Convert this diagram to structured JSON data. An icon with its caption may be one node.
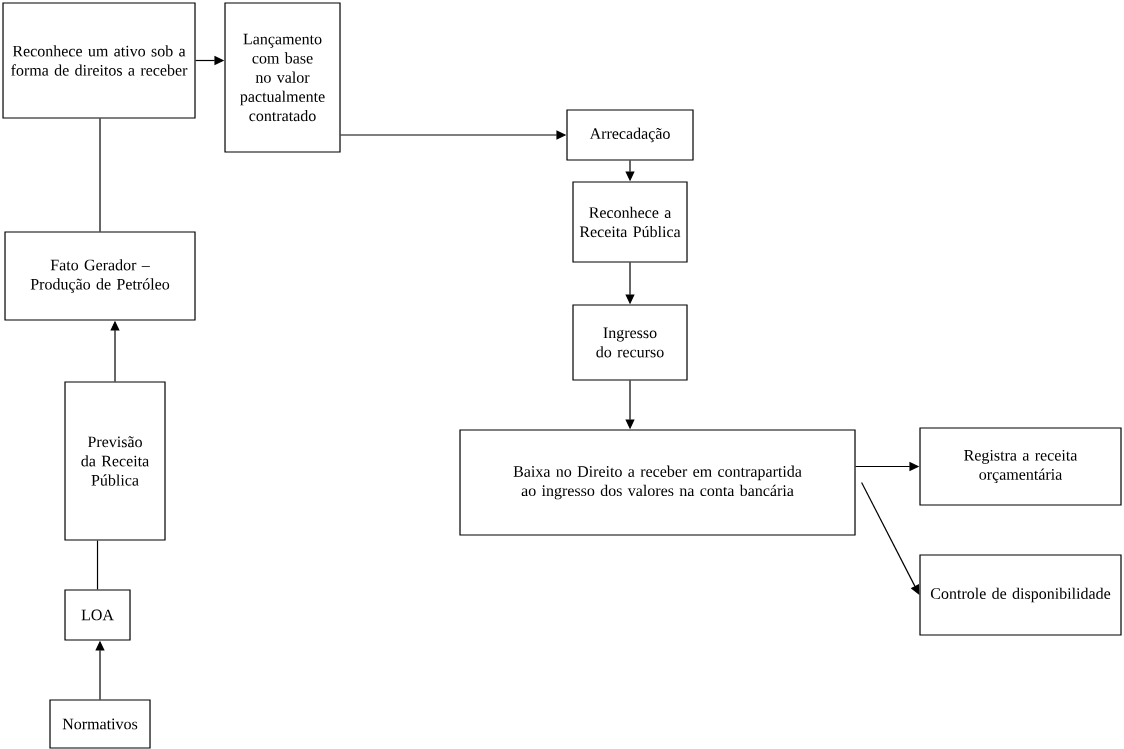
{
  "diagram": {
    "nodes": [
      {
        "text": [
          "Reconhece um ativo sob a forma de direitos a receber"
        ]
      },
      {
        "text": [
          "Lançamento com base no valor pactualmente contratado"
        ]
      },
      {
        "text": [
          "Arrecadação"
        ]
      },
      {
        "text": [
          "Reconhece a Receita Pública"
        ]
      },
      {
        "text": [
          "Fato Gerador – Produção de Petróleo"
        ]
      },
      {
        "text": [
          "Ingresso do recurso"
        ]
      },
      {
        "text": [
          "Previsão da Receita Pública"
        ]
      },
      {
        "text": [
          "Registra a receita orçamentária"
        ]
      },
      {
        "text": [
          "Baixa no Direito a receber em contrapartida ao ingresso dos valores na conta bancária"
        ]
      },
      {
        "text": [
          "LOA"
        ]
      },
      {
        "text": [
          "Controle de disponibilidade"
        ]
      },
      {
        "text": [
          "Normativos"
        ]
      }
    ],
    "edges": [
      {
        "from": 0,
        "to": 1,
        "arrow": "to"
      },
      {
        "from": 1,
        "to": 2,
        "arrow": "to"
      },
      {
        "from": 2,
        "to": 3,
        "arrow": "to"
      },
      {
        "from": 3,
        "to": 5,
        "arrow": "to"
      },
      {
        "from": 5,
        "to": 8,
        "arrow": "to"
      },
      {
        "from": 8,
        "to": 7,
        "arrow": "to"
      },
      {
        "from": 8,
        "to": 10,
        "arrow": "to"
      },
      {
        "from": 11,
        "to": 9,
        "arrow": "to"
      },
      {
        "from": 9,
        "to": 6,
        "arrow": "none"
      },
      {
        "from": 6,
        "to": 4,
        "arrow": "to"
      },
      {
        "from": 4,
        "to": 0,
        "arrow": "none"
      }
    ]
  }
}
